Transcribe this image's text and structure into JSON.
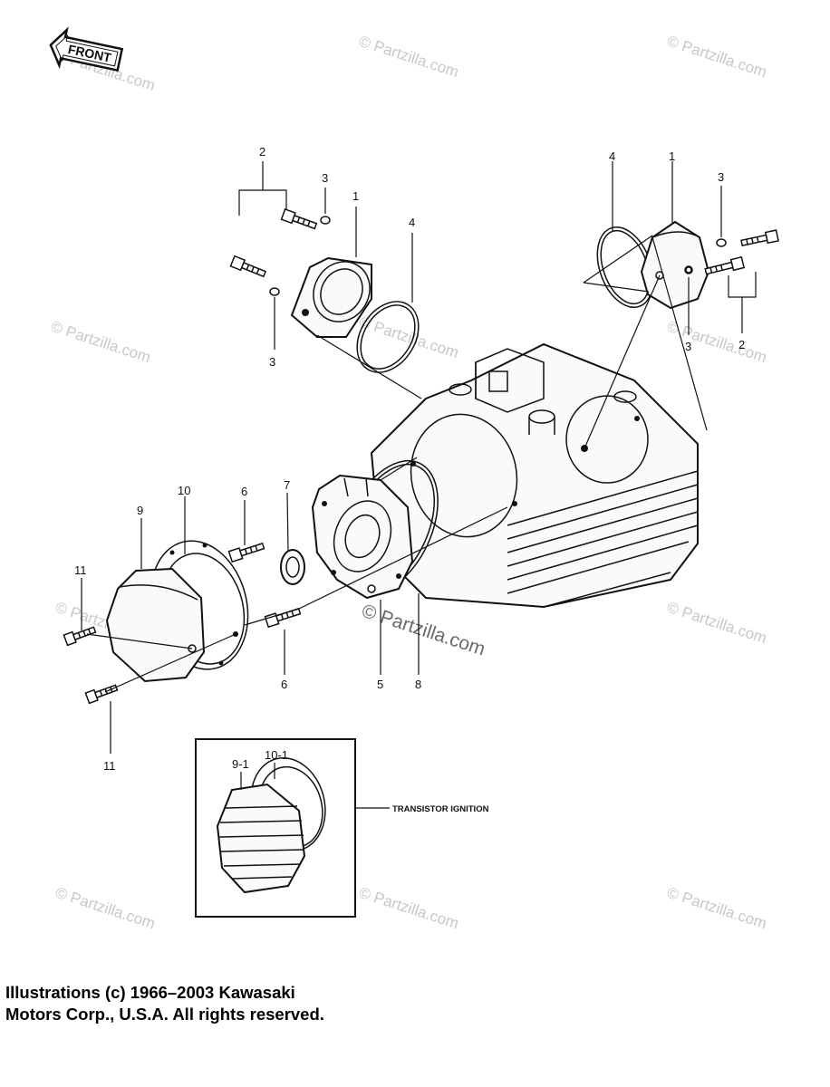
{
  "front_arrow": {
    "label": "FRONT"
  },
  "callouts": {
    "right_cover_1": "1",
    "right_cover_2": "2",
    "right_cover_3a": "3",
    "right_cover_3b": "3",
    "right_cover_4": "4",
    "left_cover_1": "1",
    "left_cover_2": "2",
    "left_cover_3a": "3",
    "left_cover_3b": "3",
    "left_cover_4": "4",
    "base_5": "5",
    "bolt_6a": "6",
    "bolt_6b": "6",
    "seal_7": "7",
    "oring_8": "8",
    "cover_9": "9",
    "gasket_10": "10",
    "screw_11a": "11",
    "screw_11b": "11",
    "alt_cover_9_1": "9-1",
    "alt_gasket_10_1": "10-1"
  },
  "inset_label": "TRANSISTOR IGNITION",
  "watermarks": {
    "text": "© Partzilla.com",
    "center_text": "© Partzilla.com"
  },
  "copyright": {
    "line1": "Illustrations (c) 1966–2003 Kawasaki",
    "line2": "Motors Corp., U.S.A.  All rights reserved."
  }
}
